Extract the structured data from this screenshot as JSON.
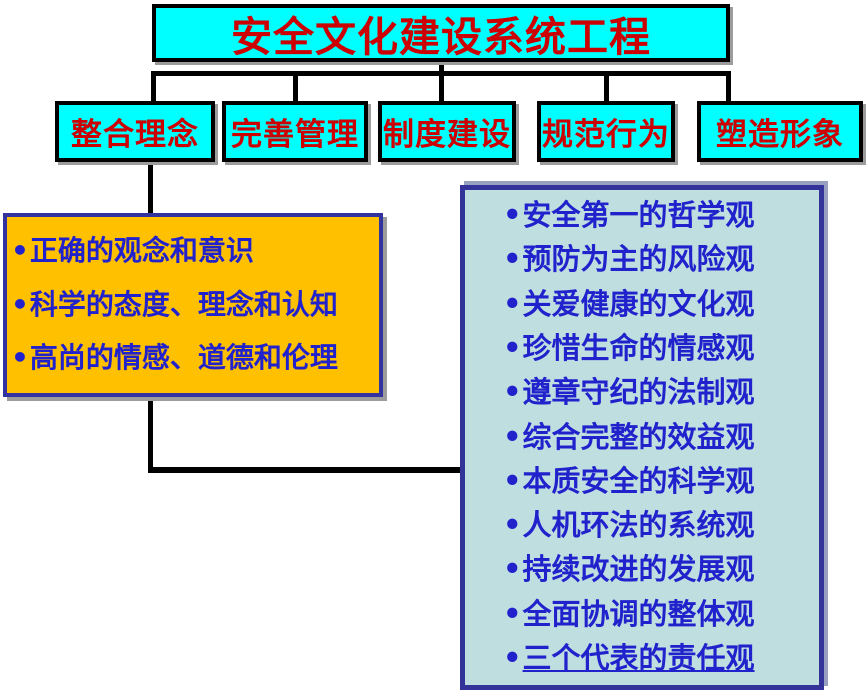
{
  "diagram": {
    "title": "安全文化建设系统工程",
    "bullet": "•",
    "branches": [
      "整合理念",
      "完善管理",
      "制度建设",
      "规范行为",
      "塑造形象"
    ],
    "concepts": {
      "items": [
        "正确的观念和意识",
        "科学的态度、理念和认知",
        "高尚的情感、道德和伦理"
      ]
    },
    "values": {
      "items": [
        "安全第一的哲学观",
        "预防为主的风险观",
        "关爱健康的文化观",
        "珍惜生命的情感观",
        "遵章守纪的法制观",
        "综合完整的效益观",
        "本质安全的科学观",
        "人机环法的系统观",
        "持续改进的发展观",
        "全面协调的整体观",
        "三个代表的责任观"
      ],
      "underlined_item": "三个代表的责任观"
    },
    "colors": {
      "box_fill_cyan": "#00FFFF",
      "box_text_red": "#CC0000",
      "concept_fill_gold": "#FFC000",
      "values_fill_pale_blue": "#BEDEE0",
      "dark_blue_border": "#333399",
      "body_text_blue": "#2222CC",
      "connector_black": "#000000"
    }
  }
}
